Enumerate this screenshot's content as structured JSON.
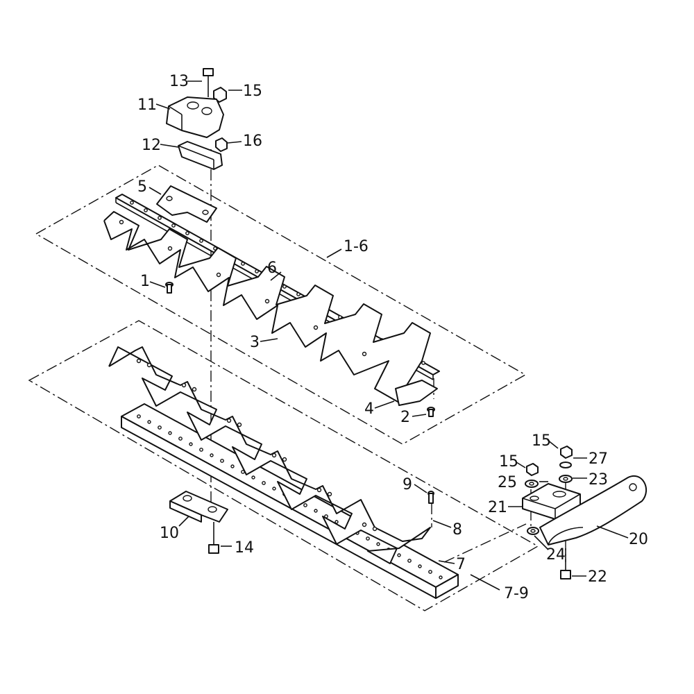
{
  "diagram": {
    "colors": {
      "ink": "#111111",
      "paper": "#ffffff"
    },
    "parts": {
      "p1": "1",
      "p2": "2",
      "p3": "3",
      "p4": "4",
      "p5": "5",
      "p6": "6",
      "p7": "7",
      "p8": "8",
      "p9": "9",
      "p10": "10",
      "p11": "11",
      "p12": "12",
      "p13": "13",
      "p14": "14",
      "p15a": "15",
      "p15b": "15",
      "p15c": "15",
      "p16": "16",
      "p20": "20",
      "p21": "21",
      "p22": "22",
      "p23": "23",
      "p24": "24",
      "p25": "25",
      "p27": "27"
    },
    "groups": {
      "upper": "1-6",
      "lower": "7-9"
    }
  }
}
